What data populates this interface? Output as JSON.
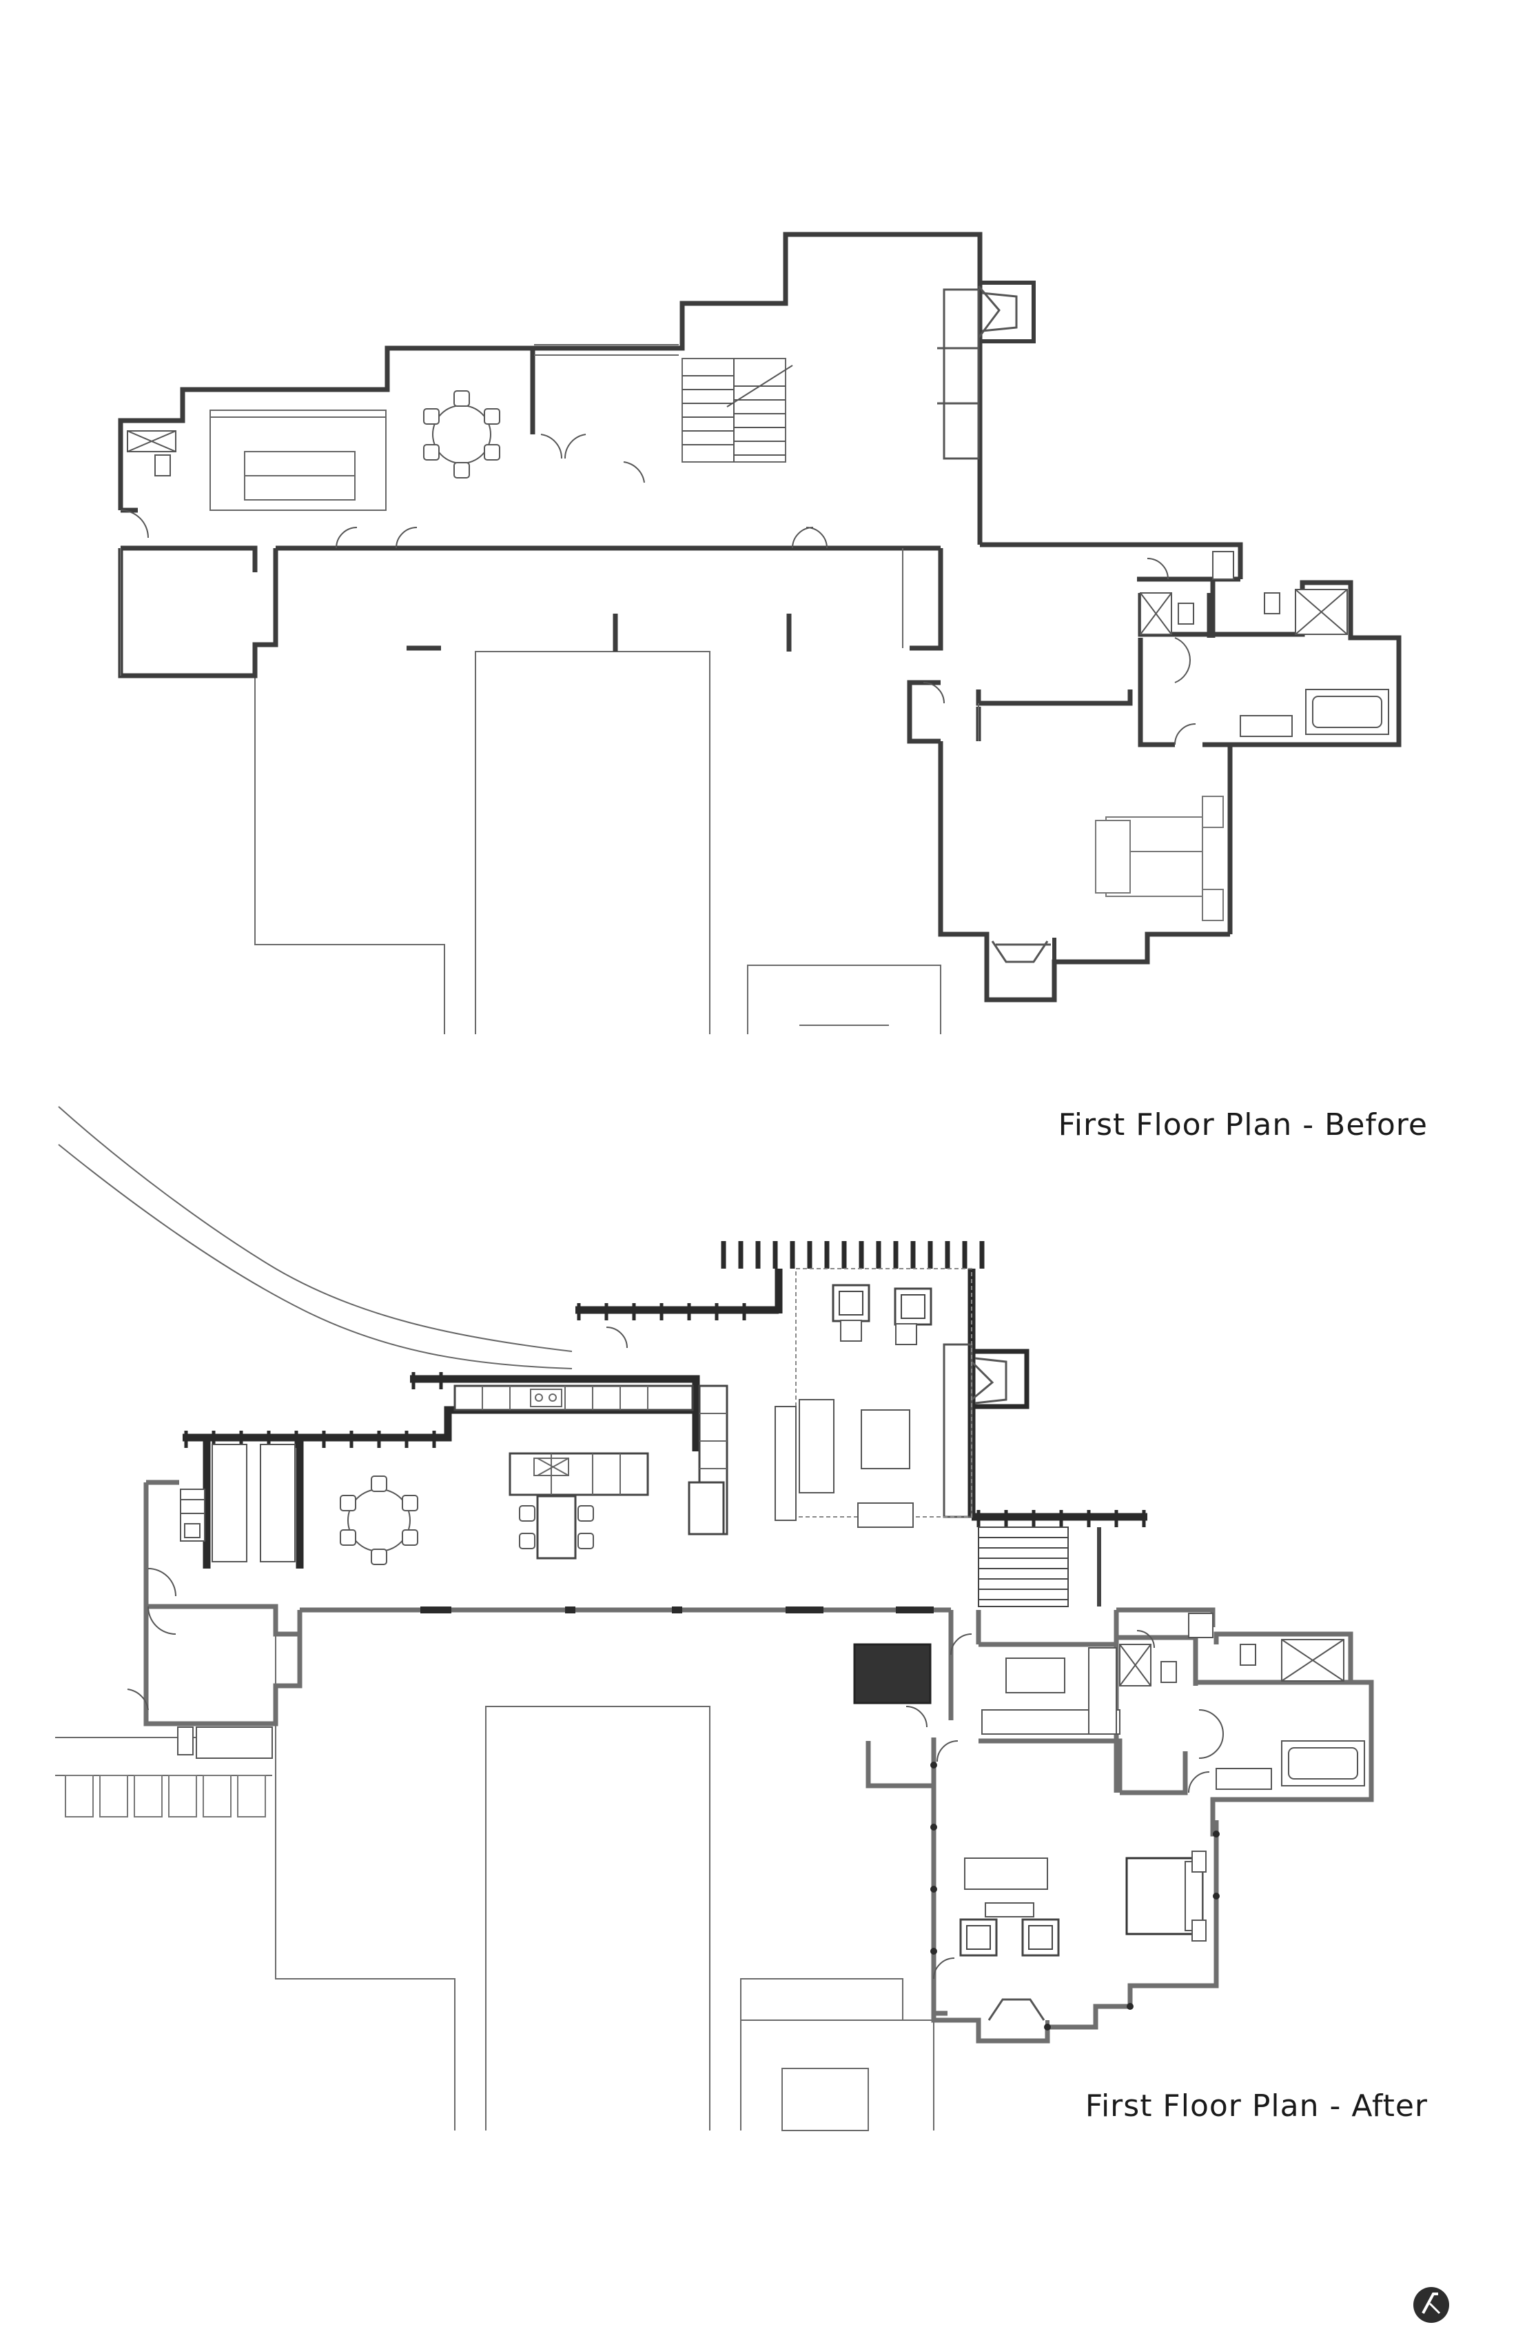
{
  "captions": {
    "before": "First Floor Plan - Before",
    "after": "First Floor Plan - After"
  },
  "logo": {
    "name": "architect-logo-mark"
  },
  "colors": {
    "wall": "#3c3c3c",
    "thin": "#4a4a4a",
    "light": "#8a8a8a",
    "fill_dark": "#333333",
    "paper": "#ffffff"
  }
}
